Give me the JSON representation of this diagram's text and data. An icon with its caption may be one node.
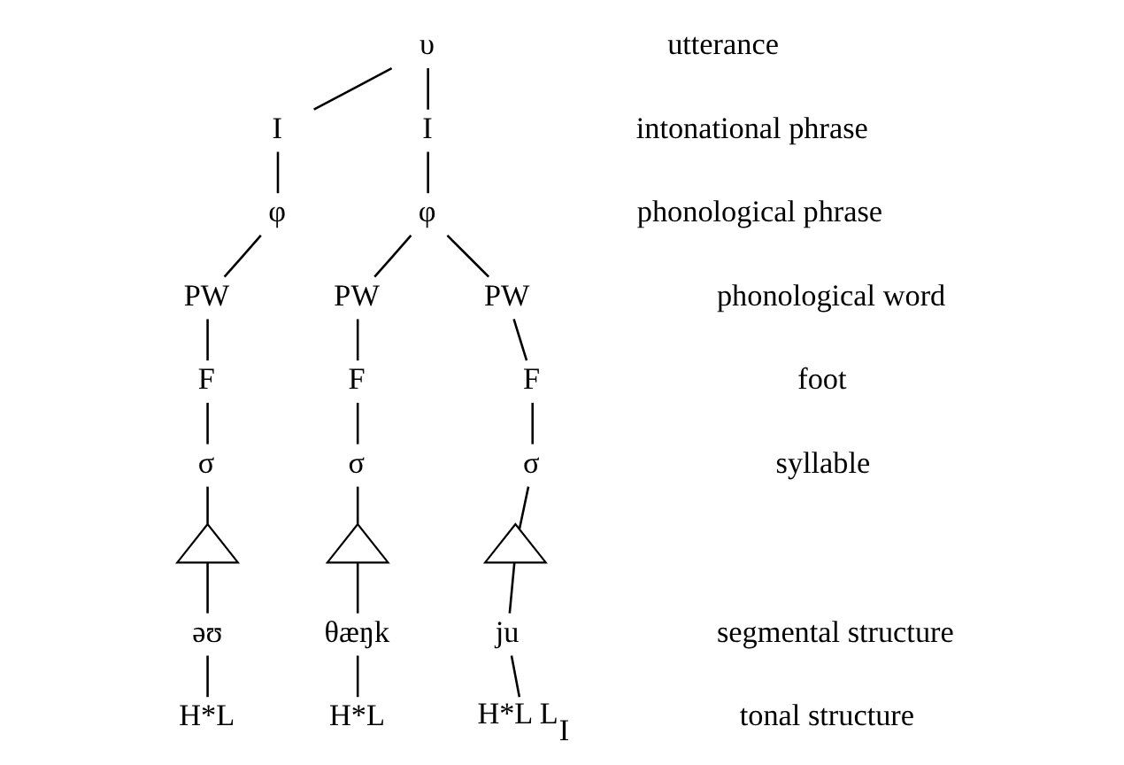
{
  "diagram": {
    "nodes": [
      {
        "text": [
          "υ"
        ]
      },
      {
        "text": [
          "I"
        ]
      },
      {
        "text": [
          "I"
        ]
      },
      {
        "text": [
          "φ"
        ]
      },
      {
        "text": [
          "φ"
        ]
      },
      {
        "text": [
          "PW"
        ]
      },
      {
        "text": [
          "PW"
        ]
      },
      {
        "text": [
          "PW"
        ]
      },
      {
        "text": [
          "F"
        ]
      },
      {
        "text": [
          "F"
        ]
      },
      {
        "text": [
          "F"
        ]
      },
      {
        "text": [
          "σ"
        ]
      },
      {
        "text": [
          "σ"
        ]
      },
      {
        "text": [
          "σ"
        ]
      },
      {
        "text": [],
        "shape": "triangle"
      },
      {
        "text": [],
        "shape": "triangle"
      },
      {
        "text": [],
        "shape": "triangle"
      },
      {
        "text": [
          "əʊ"
        ]
      },
      {
        "text": [
          "θæŋk"
        ]
      },
      {
        "text": [
          "ju"
        ]
      },
      {
        "text": [
          "H*L"
        ]
      },
      {
        "text": [
          "H*L"
        ]
      },
      {
        "text": [
          "H*L L$_{I}$"
        ]
      }
    ],
    "edges": [
      {
        "from": 0,
        "to": 1,
        "arrow": "none"
      },
      {
        "from": 0,
        "to": 2,
        "arrow": "none"
      },
      {
        "from": 1,
        "to": 3,
        "arrow": "none"
      },
      {
        "from": 2,
        "to": 4,
        "arrow": "none"
      },
      {
        "from": 3,
        "to": 5,
        "arrow": "none"
      },
      {
        "from": 4,
        "to": 6,
        "arrow": "none"
      },
      {
        "from": 4,
        "to": 7,
        "arrow": "none"
      },
      {
        "from": 5,
        "to": 8,
        "arrow": "none"
      },
      {
        "from": 6,
        "to": 9,
        "arrow": "none"
      },
      {
        "from": 7,
        "to": 10,
        "arrow": "none"
      },
      {
        "from": 8,
        "to": 11,
        "arrow": "none"
      },
      {
        "from": 9,
        "to": 12,
        "arrow": "none"
      },
      {
        "from": 10,
        "to": 13,
        "arrow": "none"
      },
      {
        "from": 11,
        "to": 14,
        "arrow": "none"
      },
      {
        "from": 12,
        "to": 15,
        "arrow": "none"
      },
      {
        "from": 13,
        "to": 16,
        "arrow": "none"
      },
      {
        "from": 14,
        "to": 17,
        "arrow": "none"
      },
      {
        "from": 15,
        "to": 18,
        "arrow": "none"
      },
      {
        "from": 16,
        "to": 19,
        "arrow": "none"
      },
      {
        "from": 17,
        "to": 20,
        "arrow": "none"
      },
      {
        "from": 18,
        "to": 21,
        "arrow": "none"
      },
      {
        "from": 19,
        "to": 22,
        "arrow": "none"
      }
    ],
    "labels": [
      "utterance",
      "intonational phrase",
      "phonological phrase",
      "phonological word",
      "foot",
      "syllable",
      "segmental structure",
      "tonal structure"
    ]
  }
}
